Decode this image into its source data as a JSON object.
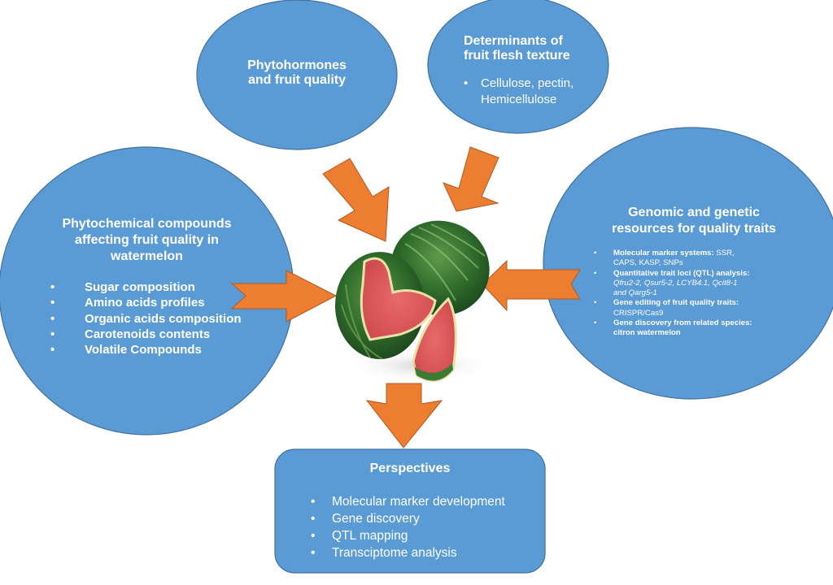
{
  "colors": {
    "bubble_fill": "#5B9BD5",
    "bubble_stroke": "#41719C",
    "arrow_fill": "#ED7D31",
    "text": "#FFFFFF",
    "background": "#FFFFFF"
  },
  "center": {
    "image": "watermelon-illustration",
    "description": "Whole watermelon with a cut half and a wedge"
  },
  "nodes": {
    "phytohormones": {
      "title_line1": "Phytohormones",
      "title_line2": "and fruit quality"
    },
    "texture": {
      "title_line1": "Determinants of",
      "title_line2": "fruit flesh texture",
      "items": [
        "Cellulose, pectin,",
        "Hemicellulose"
      ]
    },
    "phytochemical": {
      "title_line1": "Phytochemical compounds",
      "title_line2": "affecting fruit quality in",
      "title_line3": "watermelon",
      "items": [
        "Sugar composition",
        "Amino acids profiles",
        "Organic acids composition",
        "Carotenoids contents",
        "Volatile Compounds"
      ]
    },
    "genomic": {
      "title_line1": "Genomic and genetic",
      "title_line2": "resources for quality traits",
      "items": [
        {
          "bold": "Molecular marker systems:",
          "rest": " SSR,",
          "line2": "CAPS, KASP, SNPs",
          "line2_style": "normal"
        },
        {
          "bold": "Quantitative trait loci (QTL) analysis:",
          "rest": "",
          "line2": "Qfru2-2, Qsur5-2, LCYB4.1, Qcit8-1",
          "line3": "and Qarg5-1",
          "line2_style": "italic"
        },
        {
          "bold": "Gene editing of fruit quality traits:",
          "rest": "",
          "line2": "CRISPR/Cas9",
          "line2_style": "normal"
        },
        {
          "bold": "Gene discovery from related species:",
          "rest": "",
          "line2": "citron watermelon",
          "line2_style": "bold"
        }
      ]
    },
    "perspectives": {
      "title": "Perspectives",
      "items": [
        "Molecular marker development",
        "Gene discovery",
        "QTL mapping",
        "Transciptome analysis"
      ]
    }
  },
  "bullet_glyph": "•",
  "arrows": [
    {
      "from": "phytohormones",
      "to": "center",
      "direction": "down-right"
    },
    {
      "from": "texture",
      "to": "center",
      "direction": "down-left"
    },
    {
      "from": "phytochemical",
      "to": "center",
      "direction": "right"
    },
    {
      "from": "genomic",
      "to": "center",
      "direction": "left"
    },
    {
      "from": "center",
      "to": "perspectives",
      "direction": "down"
    }
  ]
}
